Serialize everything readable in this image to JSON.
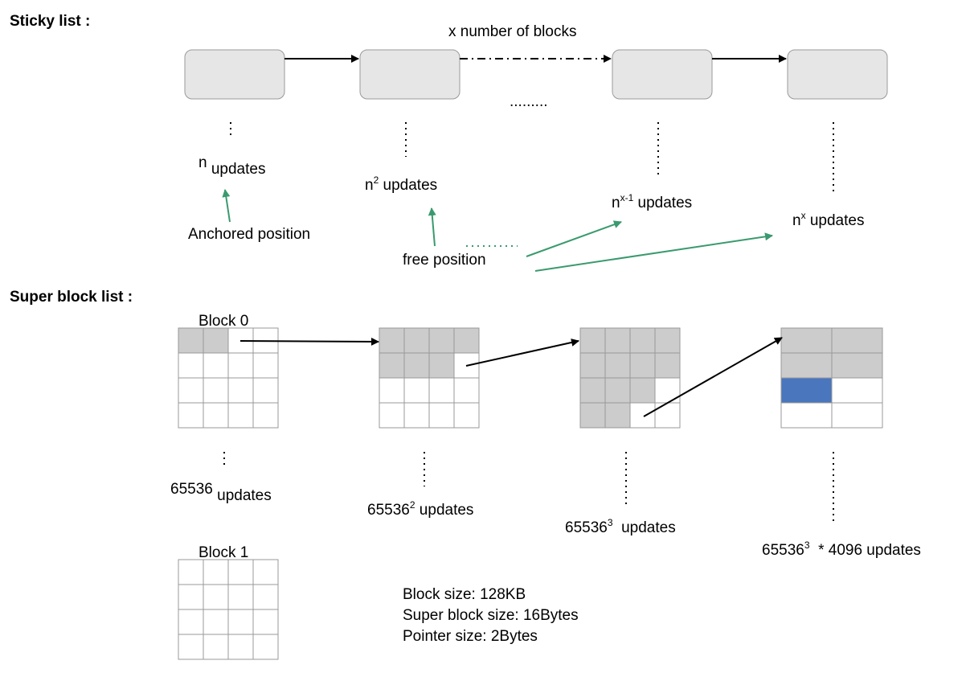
{
  "sticky": {
    "heading": "Sticky list :",
    "blocks_label": "x number of blocks",
    "gap_dots": ".........",
    "updates": [
      {
        "base": "n",
        "exp": "",
        "suffix": " updates"
      },
      {
        "base": "n",
        "exp": "2",
        "suffix": " updates"
      },
      {
        "base": "n",
        "exp": "x-1",
        "suffix": " updates"
      },
      {
        "base": "n",
        "exp": "x",
        "suffix": " updates"
      }
    ],
    "anchored_label": "Anchored position",
    "free_label": "free position",
    "free_dots": "........"
  },
  "super": {
    "heading": "Super block list :",
    "block0_label": "Block 0",
    "block1_label": "Block 1",
    "updates": [
      {
        "base": "65536",
        "exp": "",
        "suffix": " updates"
      },
      {
        "base": "65536",
        "exp": "2",
        "suffix": " updates"
      },
      {
        "base": "65536",
        "exp": "3",
        "suffix": "  updates"
      },
      {
        "base": "65536",
        "exp": "3",
        "suffix": "  * 4096 updates"
      }
    ]
  },
  "info": {
    "block_size": "Block size: 128KB",
    "super_block_size": "Super block size: 16Bytes",
    "pointer_size": "Pointer size: 2Bytes"
  },
  "colors": {
    "block_fill": "#e6e6e6",
    "cell_filled": "#cccccc",
    "cell_highlight": "#4a76bd",
    "grid_line": "#999999",
    "green_arrow": "#3a9a6e"
  }
}
